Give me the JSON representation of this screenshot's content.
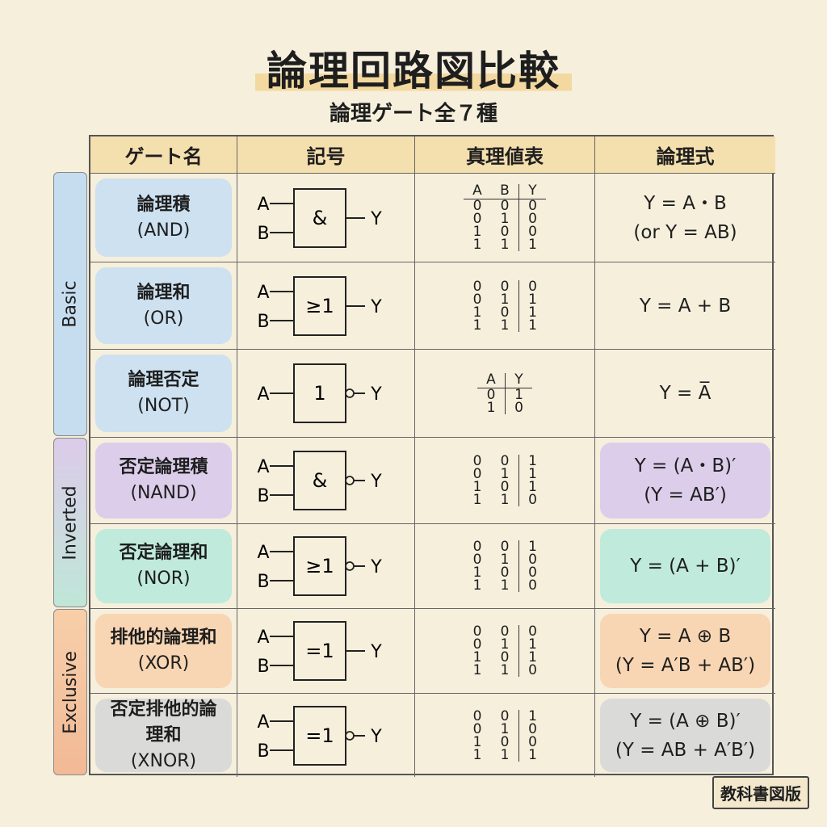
{
  "title": "論理回路図比較",
  "subtitle": "論理ゲート全７種",
  "headers": [
    "ゲート名",
    "記号",
    "真理値表",
    "論理式"
  ],
  "groups": [
    {
      "label": "Basic",
      "color": "#c6ddf0"
    },
    {
      "label": "Inverted",
      "color": "#d3e6da"
    },
    {
      "label": "Exclusive",
      "color": "#f4c9a6"
    }
  ],
  "stamp": "教科書図版",
  "gates": [
    {
      "name": "論理積",
      "en": "(AND)",
      "symbol": "&",
      "inverted": false,
      "inputs": [
        "A",
        "B"
      ],
      "output": "Y",
      "tt_header": [
        "A",
        "B",
        "Y"
      ],
      "tt": [
        [
          0,
          0,
          0
        ],
        [
          0,
          1,
          0
        ],
        [
          1,
          0,
          0
        ],
        [
          1,
          1,
          1
        ]
      ],
      "formula": [
        "Y = A・B",
        "(or Y = AB)"
      ],
      "color": "#c9dff2"
    },
    {
      "name": "論理和",
      "en": "(OR)",
      "symbol": "≥1",
      "inverted": false,
      "inputs": [
        "A",
        "B"
      ],
      "output": "Y",
      "tt_header": null,
      "tt": [
        [
          0,
          0,
          0
        ],
        [
          0,
          1,
          1
        ],
        [
          1,
          0,
          1
        ],
        [
          1,
          1,
          1
        ]
      ],
      "formula": [
        "Y = A + B"
      ],
      "color": "#c9dff2"
    },
    {
      "name": "論理否定",
      "en": "(NOT)",
      "symbol": "1",
      "inverted": true,
      "inputs": [
        "A"
      ],
      "output": "Y",
      "tt_header": [
        "A",
        "Y"
      ],
      "tt": [
        [
          0,
          1
        ],
        [
          1,
          0
        ]
      ],
      "formula": [
        "Y = A̅"
      ],
      "color": "#c9dff2"
    },
    {
      "name": "否定論理積",
      "en": "(NAND)",
      "symbol": "&",
      "inverted": true,
      "inputs": [
        "A",
        "B"
      ],
      "output": "Y",
      "tt_header": null,
      "tt": [
        [
          0,
          0,
          1
        ],
        [
          0,
          1,
          1
        ],
        [
          1,
          0,
          1
        ],
        [
          1,
          1,
          0
        ]
      ],
      "formula": [
        "Y = (A・B)′",
        "(Y = AB′)"
      ],
      "color": "#d9c9ec"
    },
    {
      "name": "否定論理和",
      "en": "(NOR)",
      "symbol": "≥1",
      "inverted": true,
      "inputs": [
        "A",
        "B"
      ],
      "output": "Y",
      "tt_header": null,
      "tt": [
        [
          0,
          0,
          1
        ],
        [
          0,
          1,
          0
        ],
        [
          1,
          0,
          0
        ],
        [
          1,
          1,
          0
        ]
      ],
      "formula": [
        "Y = (A + B)′"
      ],
      "color": "#b9e9dc"
    },
    {
      "name": "排他的論理和",
      "en": "(XOR)",
      "symbol": "=1",
      "inverted": false,
      "inputs": [
        "A",
        "B"
      ],
      "output": "Y",
      "tt_header": null,
      "tt": [
        [
          0,
          0,
          0
        ],
        [
          0,
          1,
          1
        ],
        [
          1,
          0,
          1
        ],
        [
          1,
          1,
          0
        ]
      ],
      "formula": [
        "Y = A ⊕ B",
        "(Y = A′B + AB′)"
      ],
      "color": "#f8d3ae"
    },
    {
      "name": "否定排他的論理和",
      "en": "(XNOR)",
      "symbol": "=1",
      "inverted": true,
      "inputs": [
        "A",
        "B"
      ],
      "output": "Y",
      "tt_header": null,
      "tt": [
        [
          0,
          0,
          1
        ],
        [
          0,
          1,
          0
        ],
        [
          1,
          0,
          0
        ],
        [
          1,
          1,
          1
        ]
      ],
      "formula": [
        "Y = (A ⊕ B)′",
        "(Y = AB + A′B′)"
      ],
      "color": "#d7d7d7"
    }
  ]
}
